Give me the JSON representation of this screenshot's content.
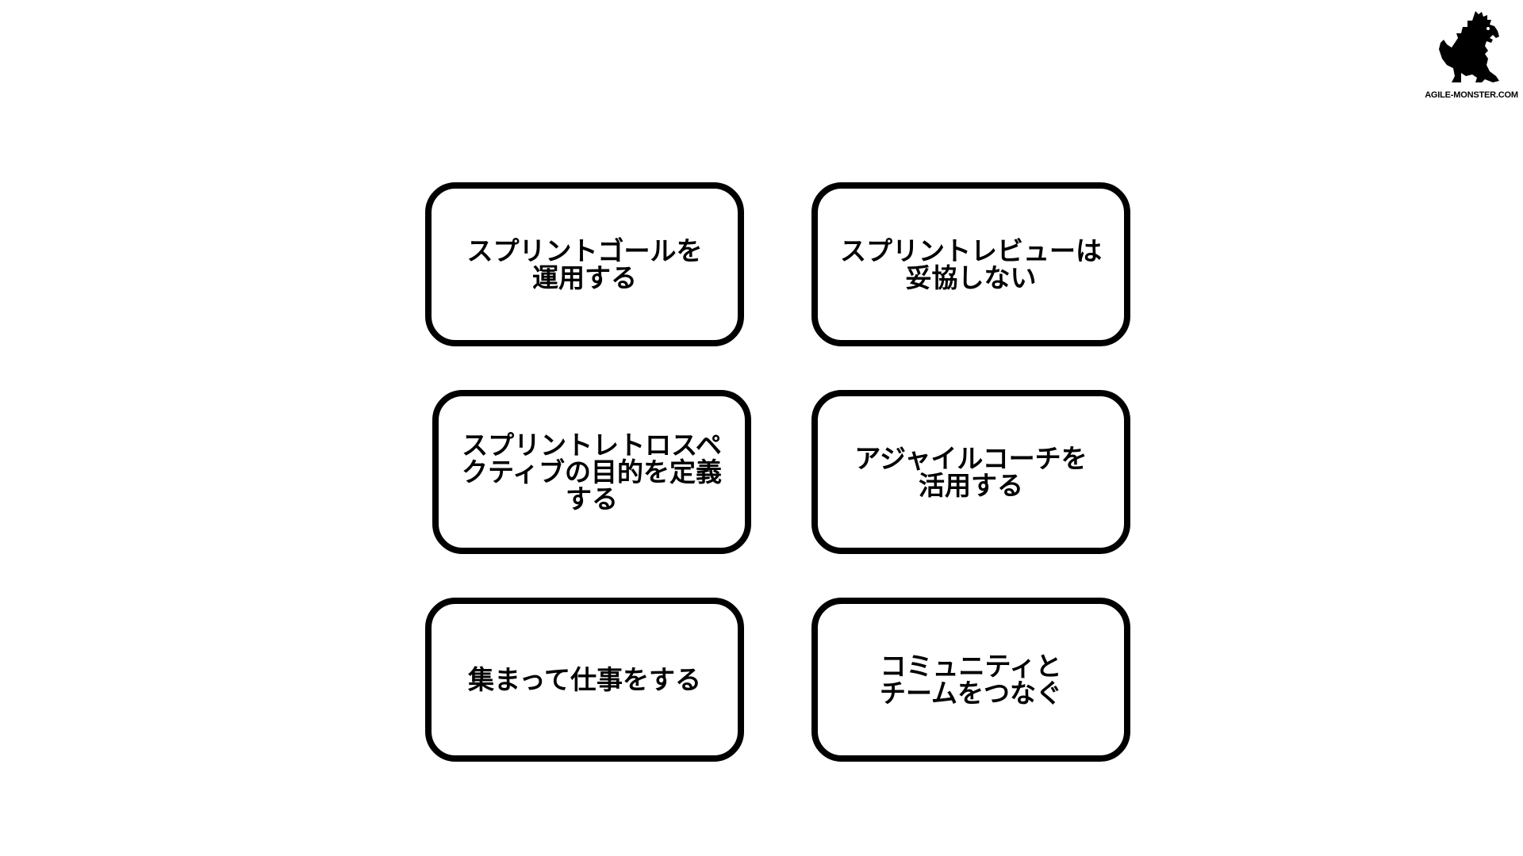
{
  "logo": {
    "icon": "monster-silhouette",
    "text": "AGILE-MONSTER.COM"
  },
  "cards": [
    {
      "text": "スプリントゴールを\n運用する"
    },
    {
      "text": "スプリントレビューは\n妥協しない"
    },
    {
      "text": "スプリントレトロスペ\nクティブの目的を定義\nする"
    },
    {
      "text": "アジャイルコーチを\n活用する"
    },
    {
      "text": "集まって仕事をする"
    },
    {
      "text": "コミュニティと\nチームをつなぐ"
    }
  ],
  "colors": {
    "background": "#ffffff",
    "border": "#000000",
    "text": "#000000"
  }
}
